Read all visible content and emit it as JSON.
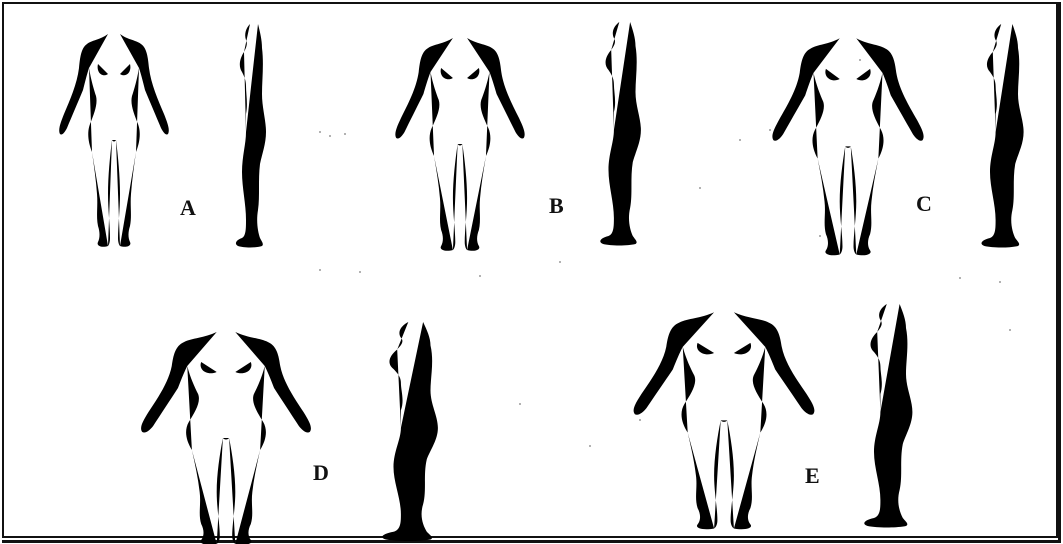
{
  "figures": [
    {
      "id": "A",
      "label": "A"
    },
    {
      "id": "B",
      "label": "B"
    },
    {
      "id": "C",
      "label": "C"
    },
    {
      "id": "D",
      "label": "D"
    },
    {
      "id": "E",
      "label": "E"
    }
  ]
}
